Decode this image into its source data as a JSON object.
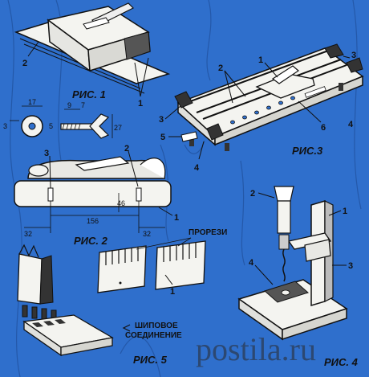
{
  "figures": {
    "fig1": {
      "label": "РИС. 1",
      "callouts": [
        "2",
        "1",
        "1"
      ]
    },
    "fig2": {
      "label": "РИС. 2",
      "callouts": [
        "3",
        "2",
        "1"
      ],
      "dims": {
        "washer_d": "17",
        "washer_t": "3",
        "washer_hole": "5",
        "bolt_a": "9",
        "bolt_b": "7",
        "bolt_len": "27",
        "span": "156",
        "height": "46",
        "left_offset": "32",
        "right_offset": "32"
      }
    },
    "fig3": {
      "label": "РИС.3",
      "callouts": [
        "1",
        "2",
        "3",
        "3",
        "5",
        "6",
        "4",
        "4"
      ]
    },
    "fig4": {
      "label": "РИС. 4",
      "callouts": [
        "2",
        "1",
        "3",
        "4"
      ]
    },
    "fig5": {
      "label": "РИС. 5",
      "slots_label": "ПРОРЕЗИ",
      "slots_callout": "1",
      "joint_label_1": "ШИПОВОЕ",
      "joint_label_2": "СОЕДИНЕНИЕ"
    }
  },
  "watermark": "postila.ru",
  "colors": {
    "background": "#2f6fcc",
    "ink": "#111111",
    "paper": "#f4f4f0"
  }
}
